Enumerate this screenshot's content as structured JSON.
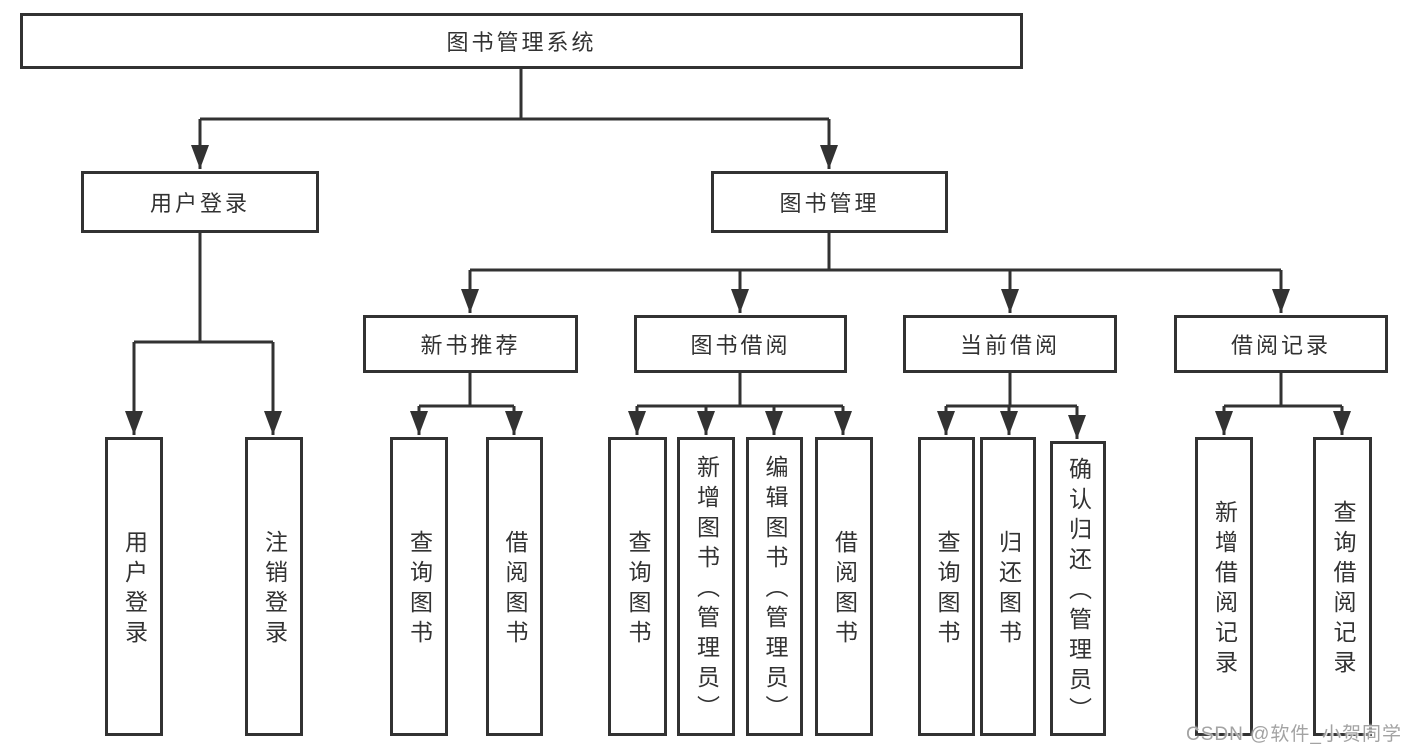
{
  "colors": {
    "line": "#323232",
    "box_border": "#323232",
    "text": "#323232",
    "watermark": "#a3a3a3",
    "background": "#ffffff"
  },
  "watermark": {
    "text": "CSDN @软件_小贺同学"
  },
  "tree": {
    "root": {
      "label": "图书管理系统",
      "children": [
        {
          "label": "用户登录",
          "children": [
            {
              "label": "用户登录"
            },
            {
              "label": "注销登录"
            }
          ]
        },
        {
          "label": "图书管理",
          "children": [
            {
              "label": "新书推荐",
              "children": [
                {
                  "label": "查询图书"
                },
                {
                  "label": "借阅图书"
                }
              ]
            },
            {
              "label": "图书借阅",
              "children": [
                {
                  "label": "查询图书"
                },
                {
                  "label": "新增图书（管理员）"
                },
                {
                  "label": "编辑图书（管理员）"
                },
                {
                  "label": "借阅图书"
                }
              ]
            },
            {
              "label": "当前借阅",
              "children": [
                {
                  "label": "查询图书"
                },
                {
                  "label": "归还图书"
                },
                {
                  "label": "确认归还（管理员）"
                }
              ]
            },
            {
              "label": "借阅记录",
              "children": [
                {
                  "label": "新增借阅记录"
                },
                {
                  "label": "查询借阅记录"
                }
              ]
            }
          ]
        }
      ]
    }
  }
}
